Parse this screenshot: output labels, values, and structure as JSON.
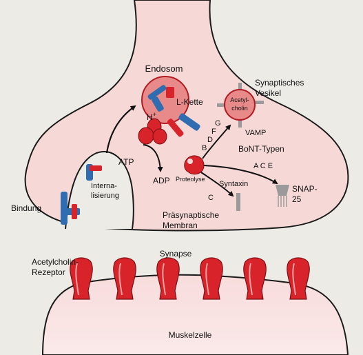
{
  "labels": {
    "endosom": "Endosom",
    "synaptisches_vesikel_1": "Synaptisches",
    "synaptisches_vesikel_2": "Vesikel",
    "l_kette": "L-Kette",
    "h_plus": "H",
    "h_plus_sup": "+",
    "acetylcholin_1": "Acetyl-",
    "acetylcholin_2": "cholin",
    "atp": "ATP",
    "adp": "ADP",
    "internalisierung_1": "Interna-",
    "internalisierung_2": "lisierung",
    "proteolyse": "Proteolyse",
    "vamp": "VAMP",
    "bont_typen": "BoNT-Typen",
    "letter_g": "G",
    "letter_f": "F",
    "letter_d": "D",
    "letter_b": "B",
    "letters_ace": "A C E",
    "letter_c": "C",
    "syntaxin": "Syntaxin",
    "snap_1": "SNAP-",
    "snap_2": "25",
    "bindung": "Bindung",
    "praesynaptische_1": "Präsynaptische",
    "praesynaptische_2": "Membran",
    "synapse": "Synapse",
    "rezeptor_1": "Acetylcholin-",
    "rezeptor_2": "Rezeptor",
    "muskelzelle": "Muskelzelle"
  },
  "colors": {
    "background": "#ecebe6",
    "terminal_fill": "#f6d8d6",
    "terminal_stroke": "#1a1a1a",
    "red": "#d8232a",
    "blue": "#2f6db0",
    "gray": "#9a9a9a",
    "endosome_fill": "#e98a8a"
  },
  "receptor_count": 6
}
